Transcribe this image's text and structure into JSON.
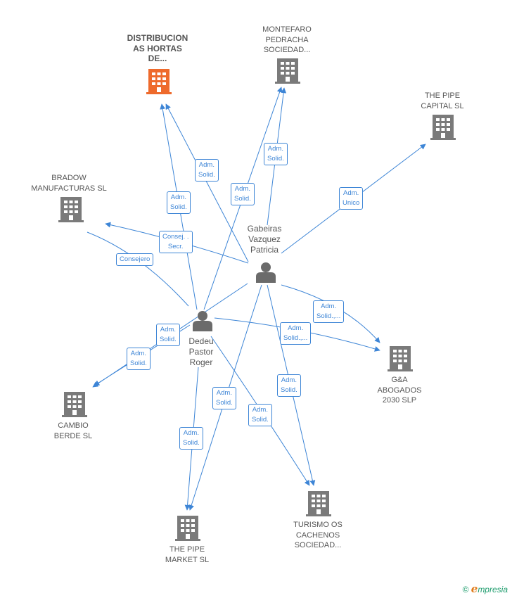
{
  "colors": {
    "edge": "#3d85d6",
    "company": "#7a7a7a",
    "highlight": "#ee6a2c",
    "person": "#6b6b6b"
  },
  "nodes": {
    "distribucion": "DISTRIBUCION\nAS HORTAS\nDE...",
    "montefaro": "MONTEFARO\nPEDRACHA\nSOCIEDAD...",
    "thepipecapital": "THE PIPE\nCAPITAL  SL",
    "bradow": "BRADOW\nMANUFACTURAS SL",
    "gabeiras": "Gabeiras\nVazquez\nPatricia",
    "dedeu": "Dedeu\nPastor\nRoger",
    "ga": "G&A\nABOGADOS\n2030  SLP",
    "cambio": "CAMBIO\nBERDE  SL",
    "turismo": "TURISMO OS\nCACHENOS\nSOCIEDAD...",
    "thepipemarket": "THE PIPE\nMARKET  SL"
  },
  "edge_labels": {
    "e1": "Adm.\nSolid.",
    "e2": "Adm.\nSolid.",
    "e3": "Adm.\nSolid.",
    "e4": "Adm.\nSolid.",
    "e5": "Adm.\nUnico",
    "e6": "Consej. .\nSecr.",
    "e7": "Consejero",
    "e8": "Adm.\nSolid.,...",
    "e9": "Adm.\nSolid.,...",
    "e10": "Adm.\nSolid.",
    "e11": "Adm.\nSolid.",
    "e12": "Adm.\nSolid.",
    "e13": "Adm.\nSolid.",
    "e14": "Adm.\nSolid.",
    "e15": "Adm.\nSolid."
  },
  "footer": {
    "copyright": "©",
    "brand_initial": "e",
    "brand_rest": "mpresia"
  }
}
